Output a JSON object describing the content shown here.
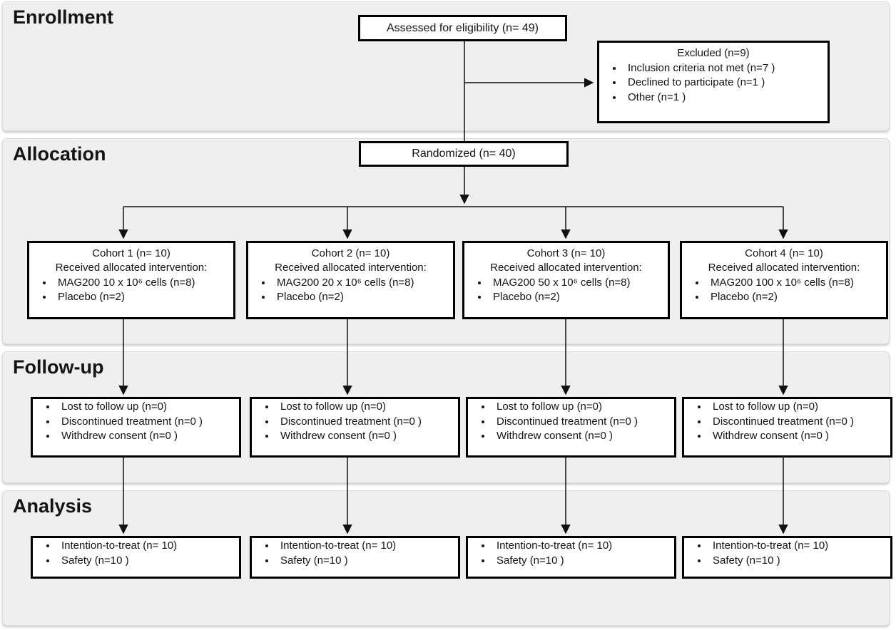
{
  "diagram_title": "CONSORT participant flow diagram",
  "colors": {
    "band_background": "#f0efef",
    "box_background": "#ffffff",
    "line_color": "#111111"
  },
  "sections": {
    "enrollment": "Enrollment",
    "allocation": "Allocation",
    "followup": "Follow-up",
    "analysis": "Analysis"
  },
  "flow": {
    "assessed": "Assessed for eligibility (n= 49)",
    "excluded": {
      "title": "Excluded (n=9)",
      "bullets": [
        "Inclusion criteria not met (n=7 )",
        "Declined to participate (n=1 )",
        "Other (n=1 )"
      ]
    },
    "randomized": "Randomized (n= 40)",
    "cohorts": [
      {
        "title": "Cohort 1 (n= 10)",
        "subtitle": "Received allocated intervention:",
        "bullets": [
          "MAG200 10 x 10⁶ cells (n=8)",
          "Placebo (n=2)"
        ]
      },
      {
        "title": "Cohort 2 (n= 10)",
        "subtitle": "Received allocated intervention:",
        "bullets": [
          "MAG200 20 x 10⁶ cells (n=8)",
          "Placebo (n=2)"
        ]
      },
      {
        "title": "Cohort 3 (n= 10)",
        "subtitle": "Received allocated intervention:",
        "bullets": [
          "MAG200 50 x 10⁶ cells (n=8)",
          "Placebo (n=2)"
        ]
      },
      {
        "title": "Cohort 4 (n= 10)",
        "subtitle": "Received allocated intervention:",
        "bullets": [
          "MAG200 100 x 10⁶ cells (n=8)",
          "Placebo (n=2)"
        ]
      }
    ],
    "followup_boxes": [
      {
        "bullets": [
          "Lost to follow up (n=0)",
          "Discontinued treatment (n=0 )",
          "Withdrew consent (n=0 )"
        ]
      },
      {
        "bullets": [
          "Lost to follow up (n=0)",
          "Discontinued treatment (n=0 )",
          "Withdrew consent (n=0 )"
        ]
      },
      {
        "bullets": [
          "Lost to follow up (n=0)",
          "Discontinued treatment (n=0 )",
          "Withdrew consent (n=0 )"
        ]
      },
      {
        "bullets": [
          "Lost to follow up (n=0)",
          "Discontinued treatment (n=0 )",
          "Withdrew consent (n=0 )"
        ]
      }
    ],
    "analysis_boxes": [
      {
        "bullets": [
          "Intention-to-treat (n= 10)",
          "Safety (n=10 )"
        ]
      },
      {
        "bullets": [
          "Intention-to-treat (n= 10)",
          "Safety (n=10 )"
        ]
      },
      {
        "bullets": [
          "Intention-to-treat (n= 10)",
          "Safety (n=10 )"
        ]
      },
      {
        "bullets": [
          "Intention-to-treat (n= 10)",
          "Safety (n=10 )"
        ]
      }
    ]
  }
}
